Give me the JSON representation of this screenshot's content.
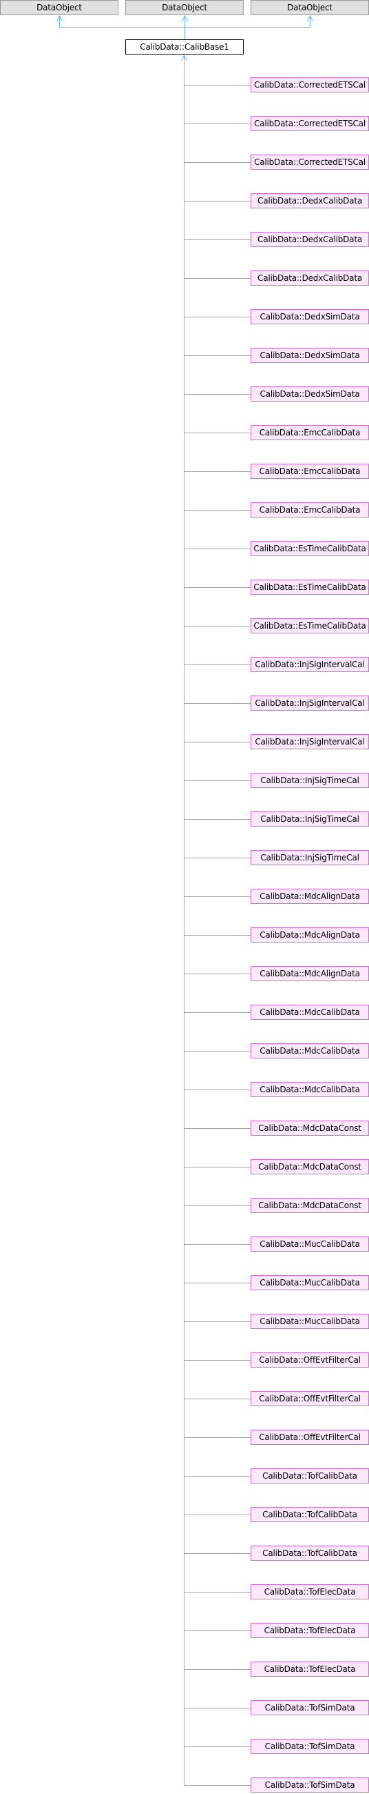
{
  "colors": {
    "connector": "#63b8ff",
    "parent_fill": "#e0e0e0",
    "parent_border": "#999999",
    "base_border": "#000000",
    "child_fill": "#fbe9fb",
    "child_border": "#d56ad5"
  },
  "parents": [
    "DataObject",
    "DataObject",
    "DataObject"
  ],
  "base_class": "CalibData::CalibBase1",
  "children": [
    "CalibData::CorrectedETSCal",
    "CalibData::CorrectedETSCal",
    "CalibData::CorrectedETSCal",
    "CalibData::DedxCalibData",
    "CalibData::DedxCalibData",
    "CalibData::DedxCalibData",
    "CalibData::DedxSimData",
    "CalibData::DedxSimData",
    "CalibData::DedxSimData",
    "CalibData::EmcCalibData",
    "CalibData::EmcCalibData",
    "CalibData::EmcCalibData",
    "CalibData::EsTimeCalibData",
    "CalibData::EsTimeCalibData",
    "CalibData::EsTimeCalibData",
    "CalibData::InjSigIntervalCal",
    "CalibData::InjSigIntervalCal",
    "CalibData::InjSigIntervalCal",
    "CalibData::InjSigTimeCal",
    "CalibData::InjSigTimeCal",
    "CalibData::InjSigTimeCal",
    "CalibData::MdcAlignData",
    "CalibData::MdcAlignData",
    "CalibData::MdcAlignData",
    "CalibData::MdcCalibData",
    "CalibData::MdcCalibData",
    "CalibData::MdcCalibData",
    "CalibData::MdcDataConst",
    "CalibData::MdcDataConst",
    "CalibData::MdcDataConst",
    "CalibData::MucCalibData",
    "CalibData::MucCalibData",
    "CalibData::MucCalibData",
    "CalibData::OffEvtFilterCal",
    "CalibData::OffEvtFilterCal",
    "CalibData::OffEvtFilterCal",
    "CalibData::TofCalibData",
    "CalibData::TofCalibData",
    "CalibData::TofCalibData",
    "CalibData::TofElecData",
    "CalibData::TofElecData",
    "CalibData::TofElecData",
    "CalibData::TofSimData",
    "CalibData::TofSimData",
    "CalibData::TofSimData"
  ]
}
